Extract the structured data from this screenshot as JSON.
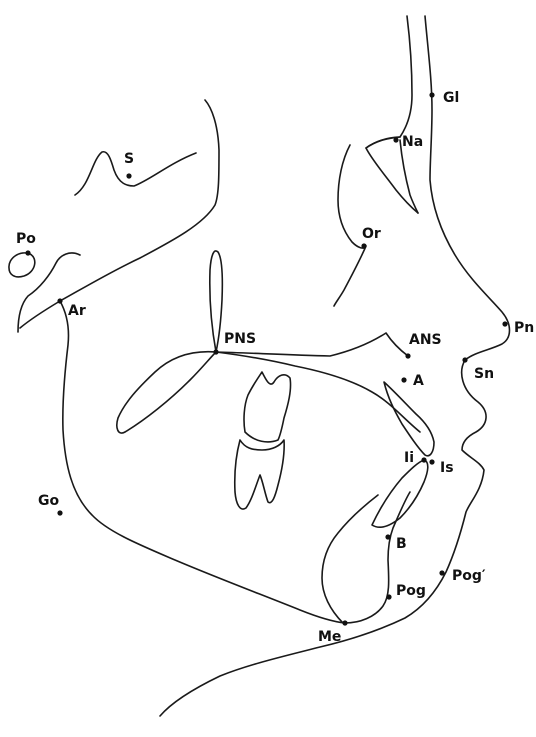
{
  "landmarks": {
    "s": {
      "label": "S"
    },
    "po": {
      "label": "Po"
    },
    "ar": {
      "label": "Ar"
    },
    "go": {
      "label": "Go"
    },
    "pns": {
      "label": "PNS"
    },
    "ans": {
      "label": "ANS"
    },
    "a": {
      "label": "A"
    },
    "ii": {
      "label": "Ii"
    },
    "is": {
      "label": "Is"
    },
    "b": {
      "label": "B"
    },
    "pog": {
      "label": "Pog"
    },
    "pog_sf": {
      "label": "Pog′"
    },
    "me": {
      "label": "Me"
    },
    "gl": {
      "label": "Gl"
    },
    "na": {
      "label": "Na"
    },
    "or": {
      "label": "Or"
    },
    "pn": {
      "label": "Pn"
    },
    "sn": {
      "label": "Sn"
    }
  }
}
